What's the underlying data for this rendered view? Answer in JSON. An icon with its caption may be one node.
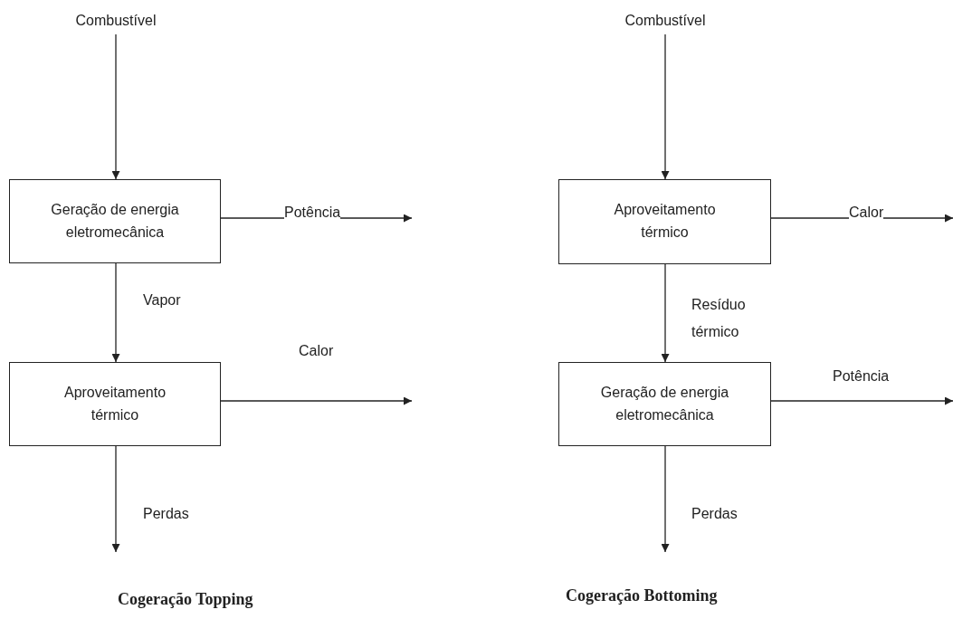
{
  "diagram": {
    "nodes": [
      {
        "text": [
          "Combustível"
        ]
      },
      {
        "text": [
          "Geração de energia eletromecânica"
        ]
      },
      {
        "text": [
          "Aproveitamento térmico"
        ]
      },
      {
        "text": [
          "Combustível"
        ]
      },
      {
        "text": [
          "Aproveitamento térmico"
        ]
      },
      {
        "text": [
          "Geração de energia eletromecânica"
        ]
      }
    ],
    "edges": [
      {
        "from": 0,
        "to": 1,
        "arrow": "to"
      },
      {
        "from": 1,
        "to": null,
        "arrow": "to",
        "label": "Potência"
      },
      {
        "from": 1,
        "to": 2,
        "arrow": "to",
        "label": "Vapor"
      },
      {
        "from": 2,
        "to": null,
        "arrow": "to",
        "label": "Calor"
      },
      {
        "from": 2,
        "to": null,
        "arrow": "to",
        "label": "Perdas"
      },
      {
        "from": 3,
        "to": 4,
        "arrow": "to"
      },
      {
        "from": 4,
        "to": null,
        "arrow": "to",
        "label": "Calor"
      },
      {
        "from": 4,
        "to": 5,
        "arrow": "to",
        "label": "Resíduo térmico"
      },
      {
        "from": 5,
        "to": null,
        "arrow": "to",
        "label": "Potência"
      },
      {
        "from": 5,
        "to": null,
        "arrow": "to",
        "label": "Perdas"
      }
    ],
    "labels": [
      "Cogeração Topping",
      "Cogeração Bottoming"
    ]
  }
}
